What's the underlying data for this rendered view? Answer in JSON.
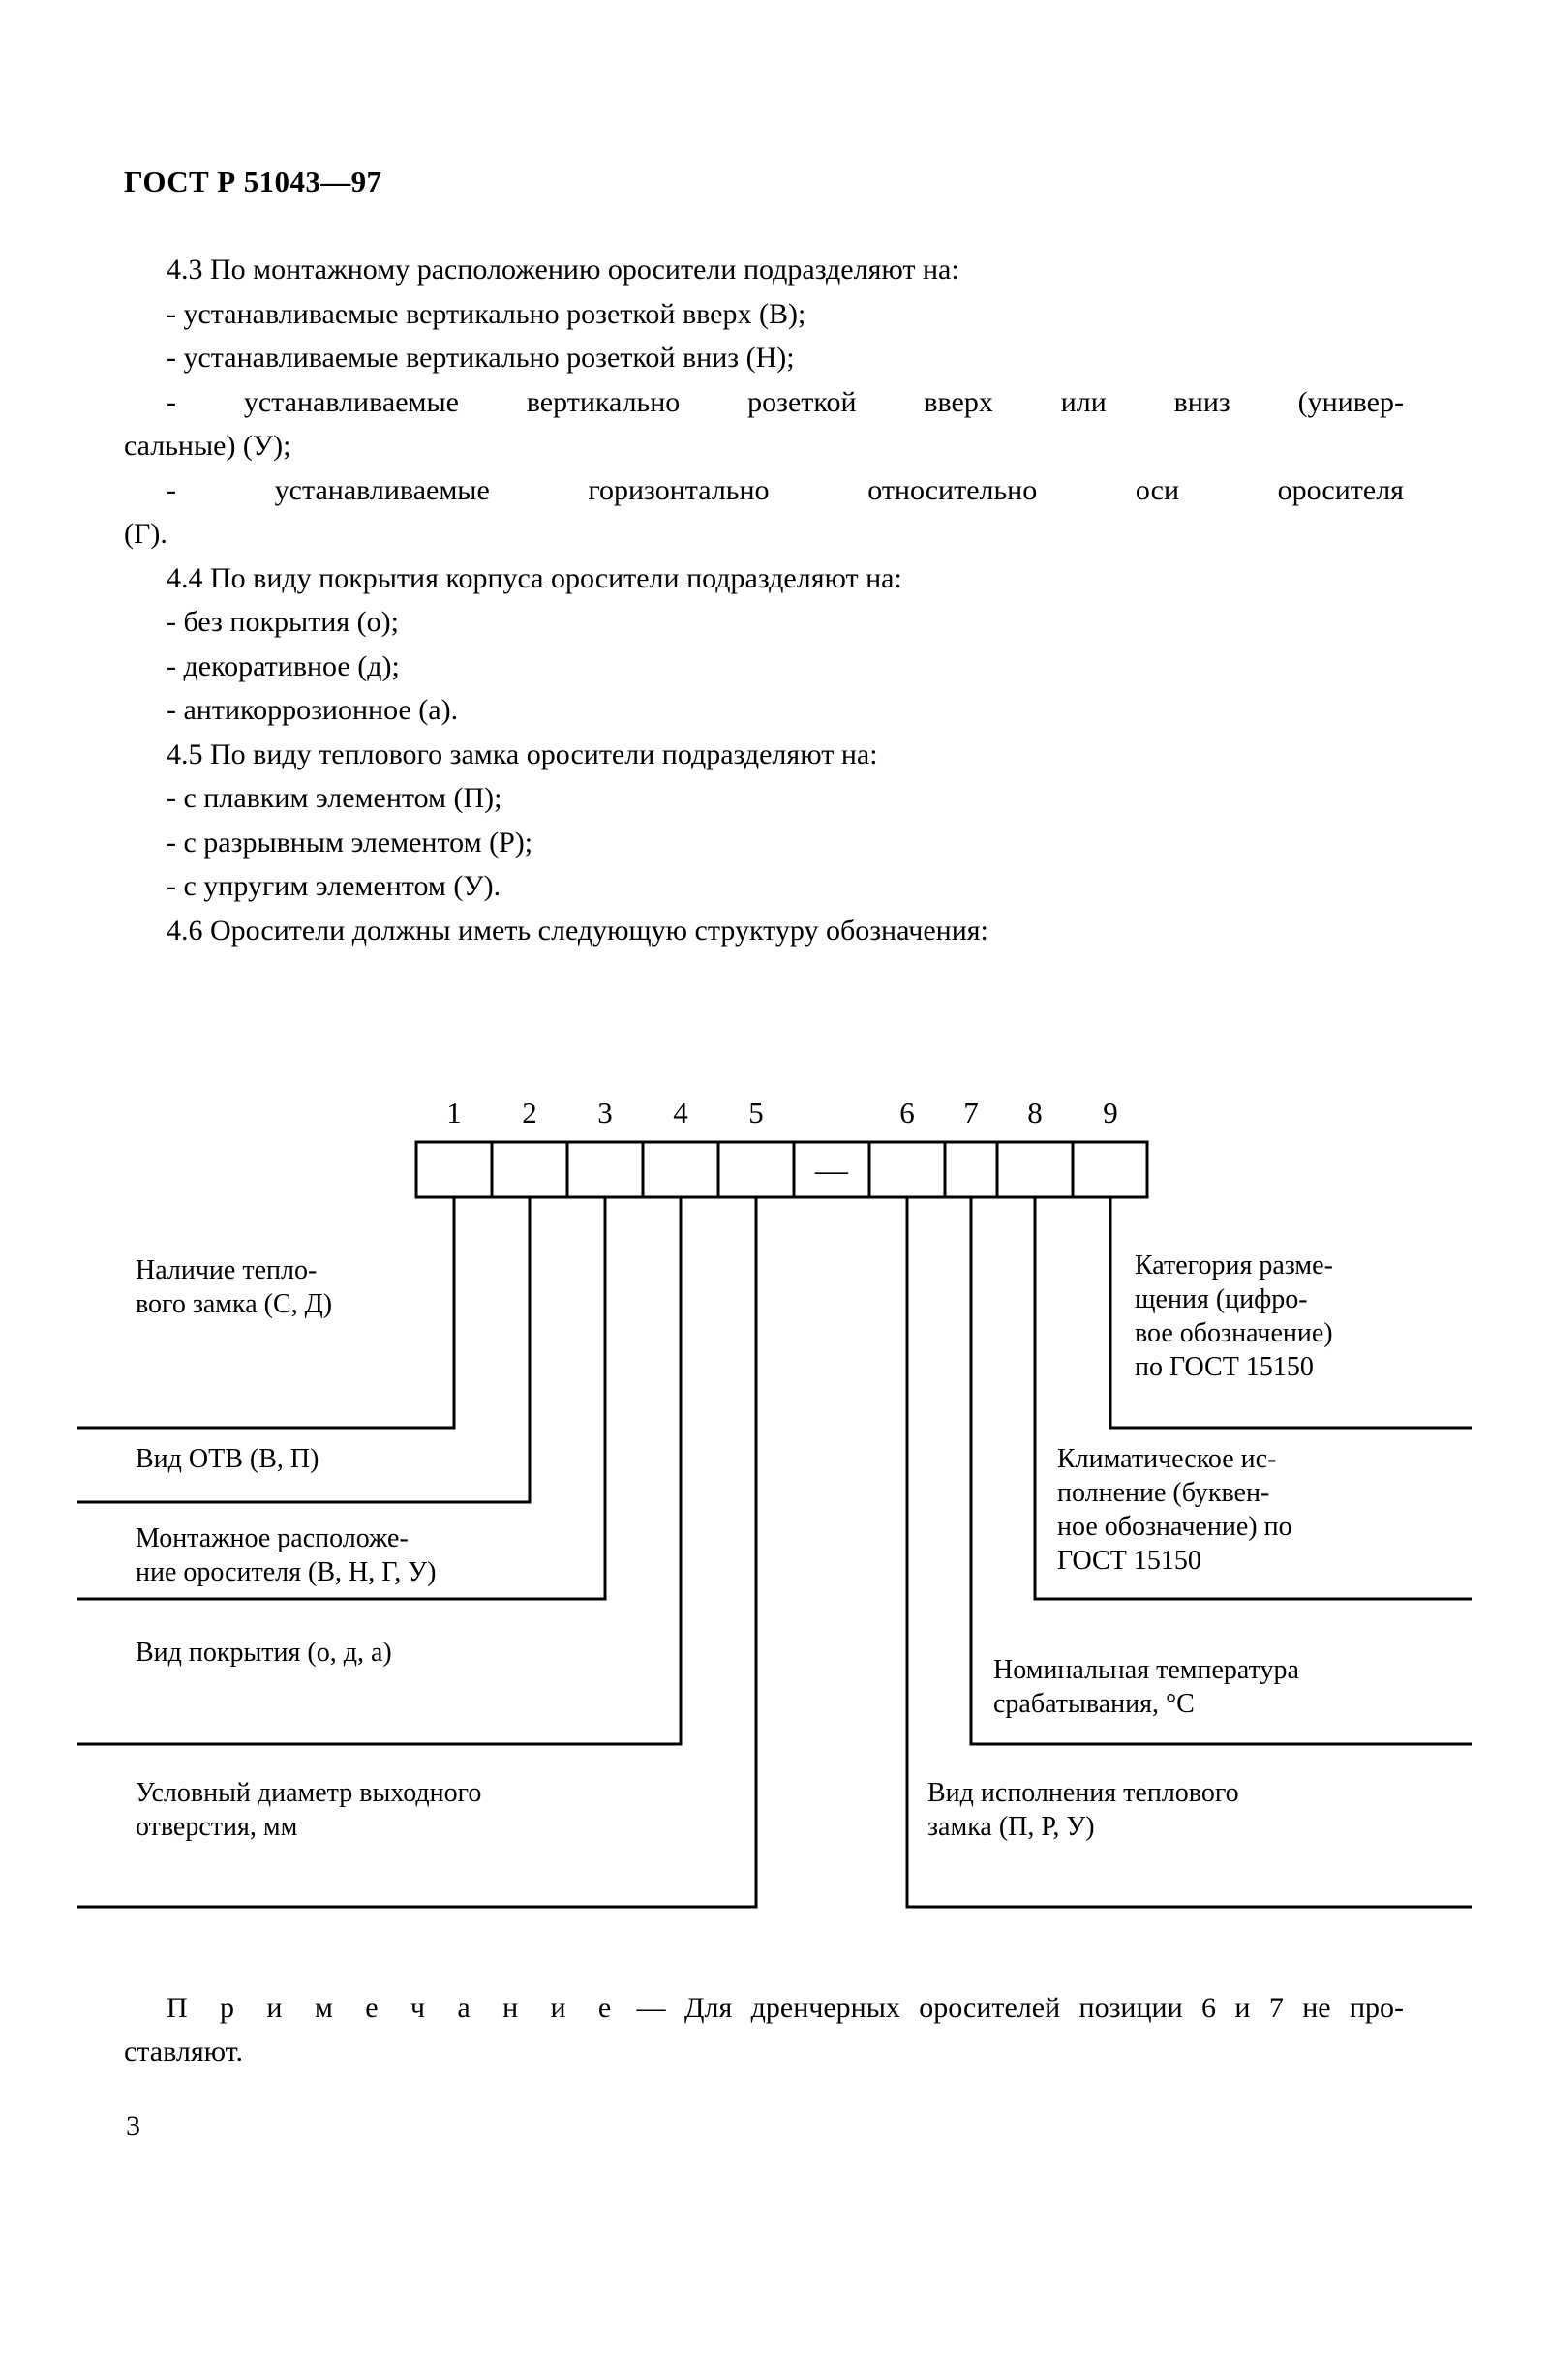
{
  "document": {
    "standard_number": "ГОСТ Р 51043—97",
    "page_number": "3"
  },
  "sections": [
    {
      "id": "4.3",
      "heading": "4.3  По монтажному расположению оросители подразделяют на:",
      "items": [
        "- устанавливаемые вертикально розеткой вверх (В);",
        "- устанавливаемые вертикально розеткой вниз (Н);",
        "- устанавливаемые вертикально розеткой вверх или вниз (универ-",
        "сальные) (У);",
        "- устанавливаемые  горизонтально  относительно  оси  оросителя",
        "(Г)."
      ]
    },
    {
      "id": "4.4",
      "heading": "4.4  По виду покрытия корпуса оросители подразделяют на:",
      "items": [
        "- без покрытия (о);",
        "- декоративное (д);",
        "- антикоррозионное (а)."
      ]
    },
    {
      "id": "4.5",
      "heading": "4.5  По виду теплового замка оросители подразделяют на:",
      "items": [
        "- с плавким элементом (П);",
        "- с разрывным элементом (Р);",
        "- с упругим элементом (У)."
      ]
    },
    {
      "id": "4.6",
      "heading": "4.6  Оросители должны иметь следующую структуру обозначения:",
      "items": []
    }
  ],
  "diagram": {
    "position_numbers": [
      "1",
      "2",
      "3",
      "4",
      "5",
      "6",
      "7",
      "8",
      "9"
    ],
    "separator": "—",
    "left_labels": [
      "Наличие тепло-\nвого замка (С, Д)",
      "Вид ОТВ (В, П)",
      "Монтажное расположе-\nние оросителя (В, Н, Г, У)",
      "Вид покрытия (о, д, а)",
      "Условный диаметр выходного\nотверстия, мм"
    ],
    "right_labels": [
      "Категория разме-\nщения (цифро-\nвое обозначение)\nпо ГОСТ 15150",
      "Климатическое ис-\nполнение (буквен-\nное обозначение) по\nГОСТ 15150",
      "Номинальная температура\nсрабатывания, °С",
      "Вид исполнения теплового\nзамка (П, Р, У)"
    ]
  },
  "note": {
    "label": "П р и м е ч а н и е",
    "dash": " — ",
    "line1": "Для дренчерных оросителей позиции 6 и 7 не про-",
    "line2": "ставляют."
  }
}
